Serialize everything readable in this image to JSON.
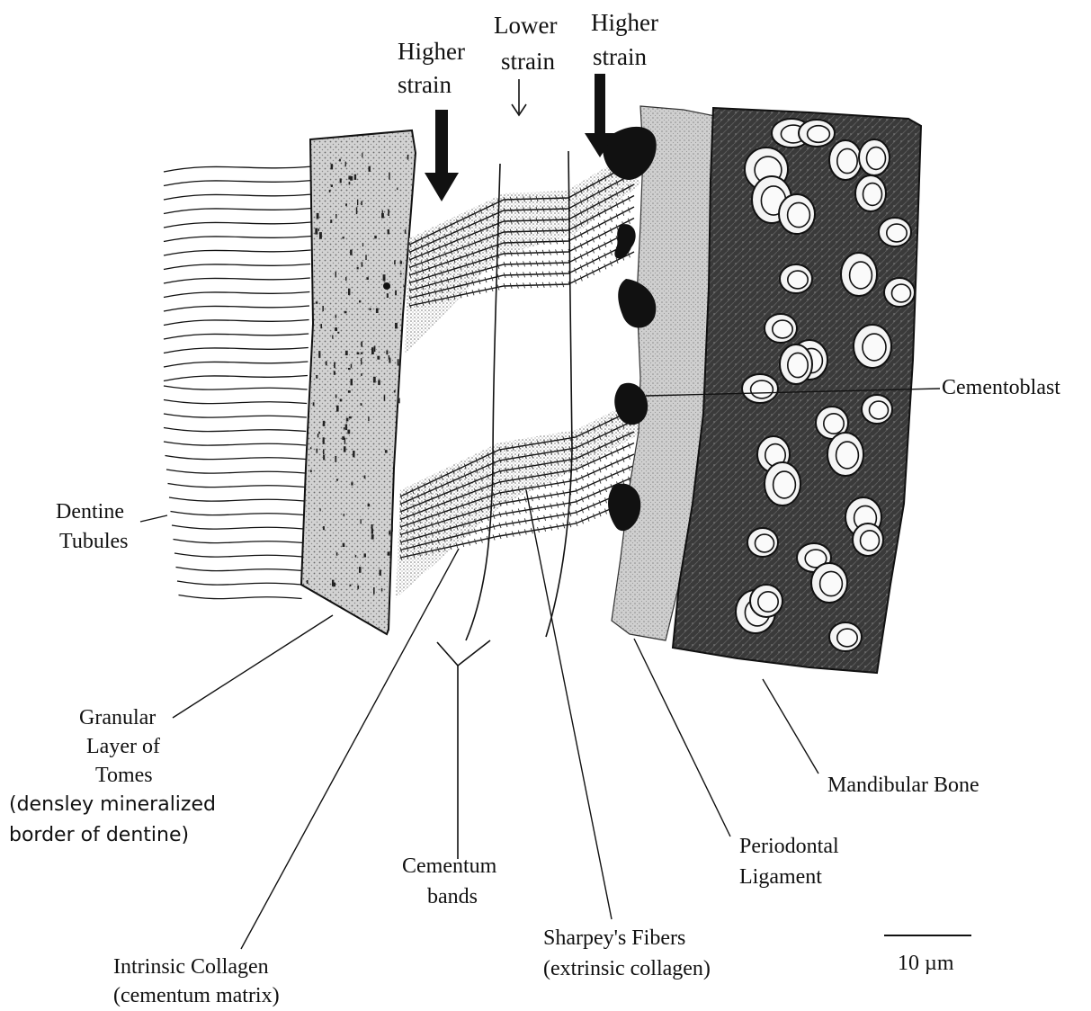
{
  "labels": {
    "higher_strain_left": [
      "Higher",
      "strain"
    ],
    "lower_strain": [
      "Lower",
      "strain"
    ],
    "higher_strain_right": [
      "Higher",
      "strain"
    ],
    "cementoblast": "Cementoblast",
    "dentine_tubules": [
      "Dentine",
      "Tubules"
    ],
    "granular_layer": [
      "Granular",
      "Layer of",
      "Tomes",
      "(densley mineralized",
      "border of dentine)"
    ],
    "cementum_bands": [
      "Cementum",
      "bands"
    ],
    "intrinsic_collagen": [
      "Intrinsic Collagen",
      "(cementum matrix)"
    ],
    "sharpeys_fibers": [
      "Sharpey's Fibers",
      "(extrinsic collagen)"
    ],
    "periodontal_ligament": [
      "Periodontal",
      "Ligament"
    ],
    "mandibular_bone": "Mandibular Bone",
    "scale_bar": "10 µm"
  },
  "colors": {
    "ink": "#111111",
    "granular_layer_fill": "#c8c8c8",
    "ligament_fill": "#bdbdbd",
    "bone_fill": "#3a3a3a",
    "cell_fill": "#f4f4f4"
  }
}
